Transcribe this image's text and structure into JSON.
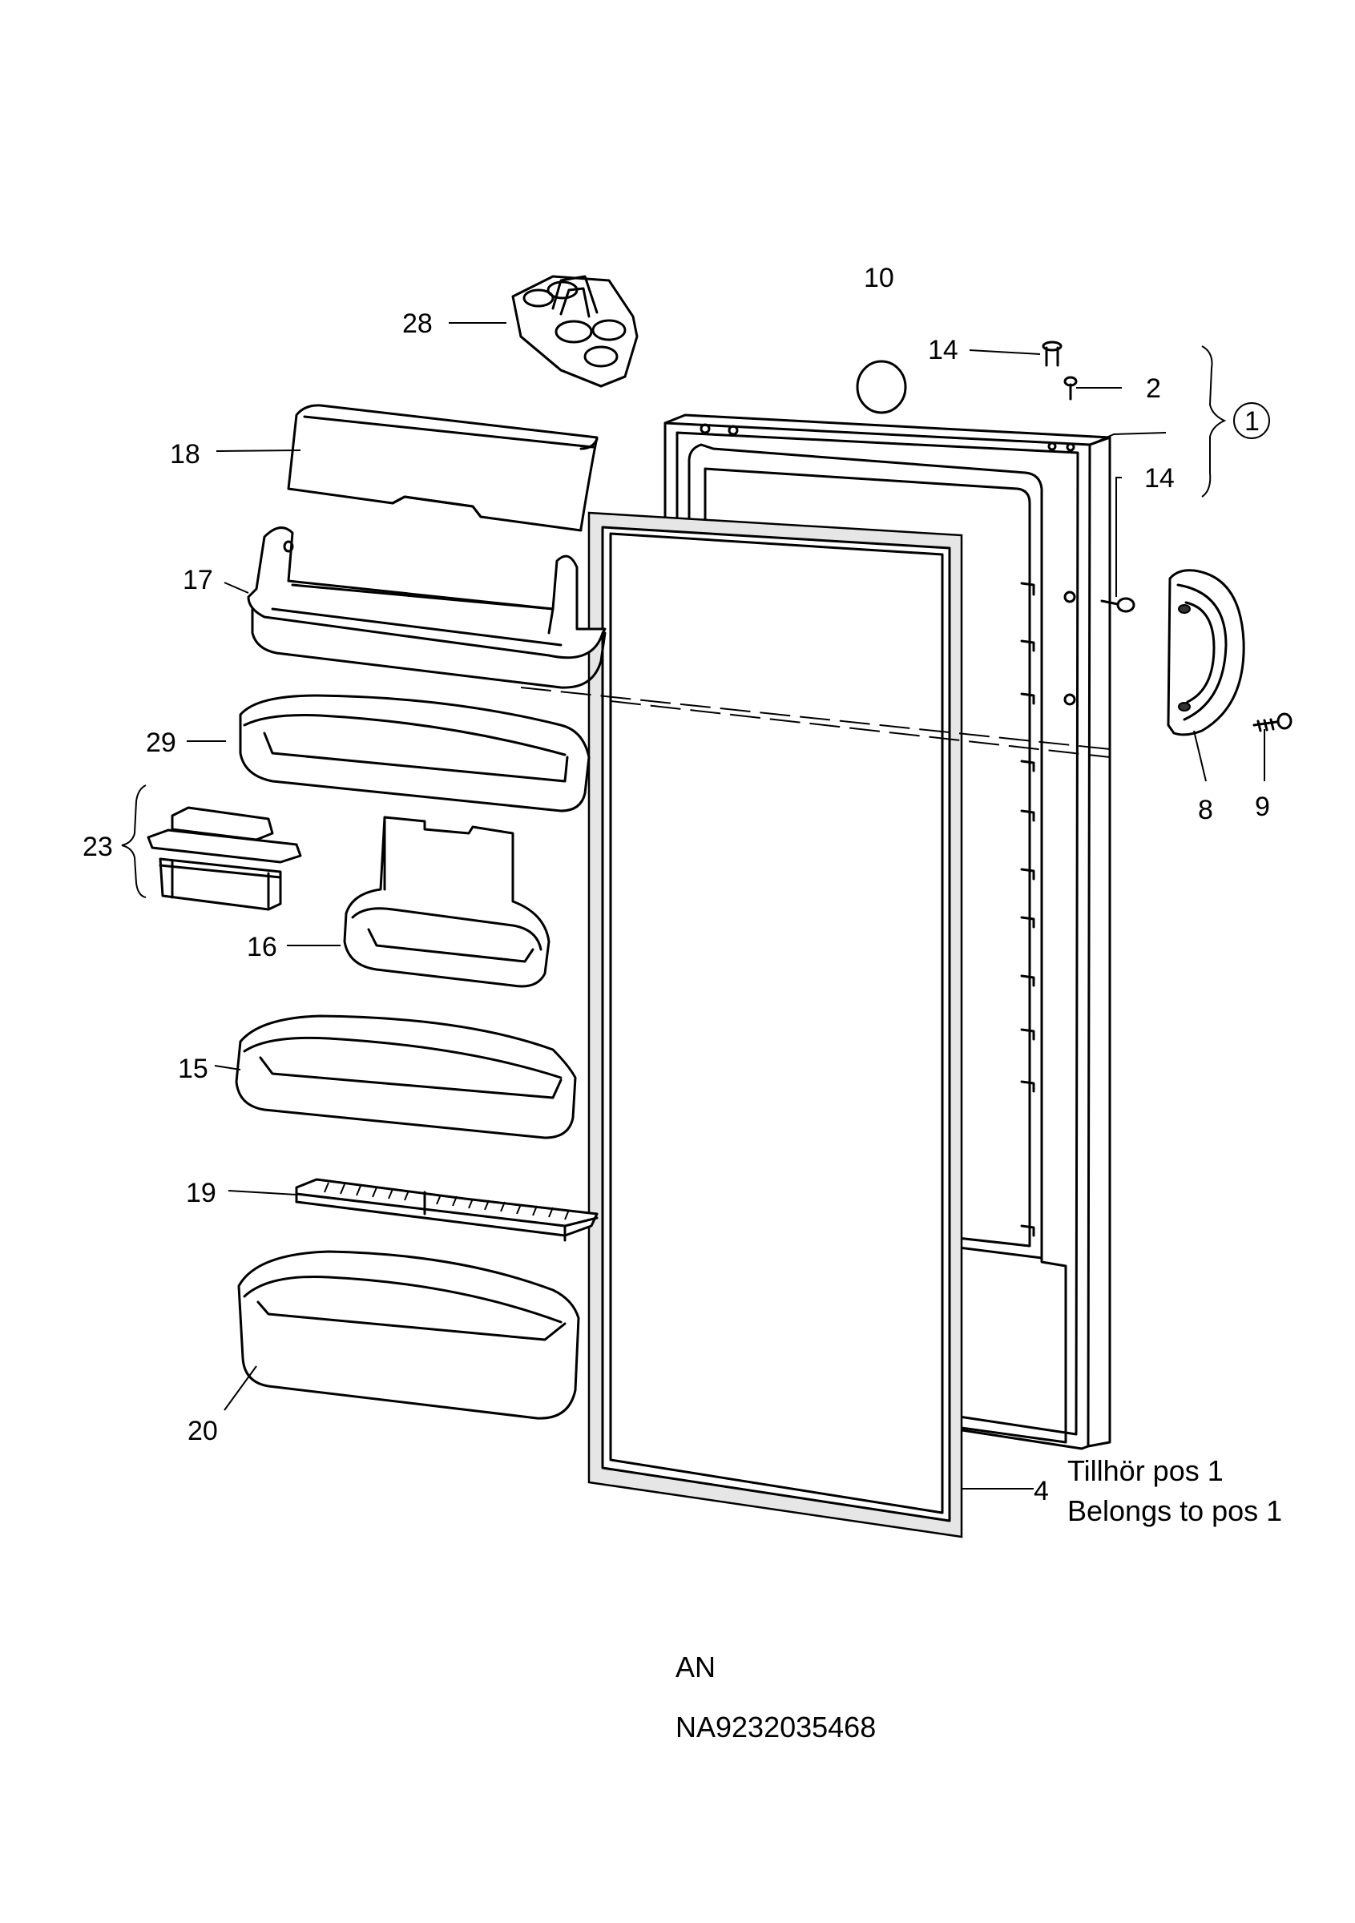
{
  "callouts": {
    "c28": "28",
    "c18": "18",
    "c17": "17",
    "c29": "29",
    "c23": "23",
    "c16": "16",
    "c15": "15",
    "c19": "19",
    "c20": "20",
    "c10": "10",
    "c14a": "14",
    "c2": "2",
    "c1": "1",
    "c14b": "14",
    "c8": "8",
    "c9": "9",
    "c4": "4"
  },
  "note": {
    "line1": "Tillhör pos 1",
    "line2": "Belongs to pos 1"
  },
  "footer": {
    "variant": "AN",
    "code": "NA9232035468"
  }
}
